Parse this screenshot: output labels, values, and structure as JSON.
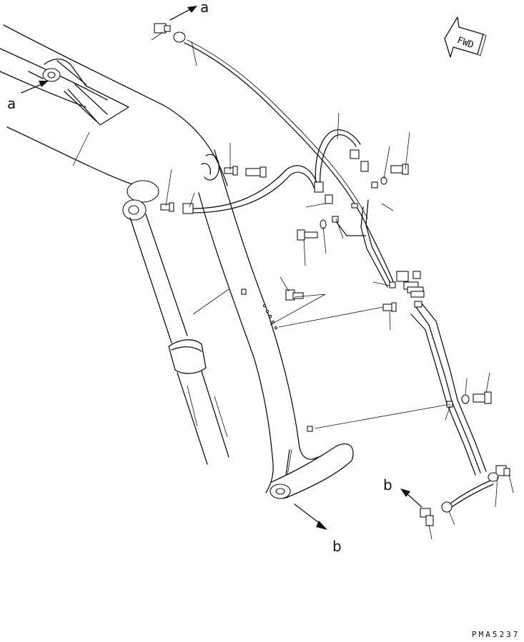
{
  "drawing": {
    "ref_label_a": "a",
    "ref_label_b": "b",
    "direction_marker": "FWD",
    "drawing_code": "PMA5237"
  }
}
